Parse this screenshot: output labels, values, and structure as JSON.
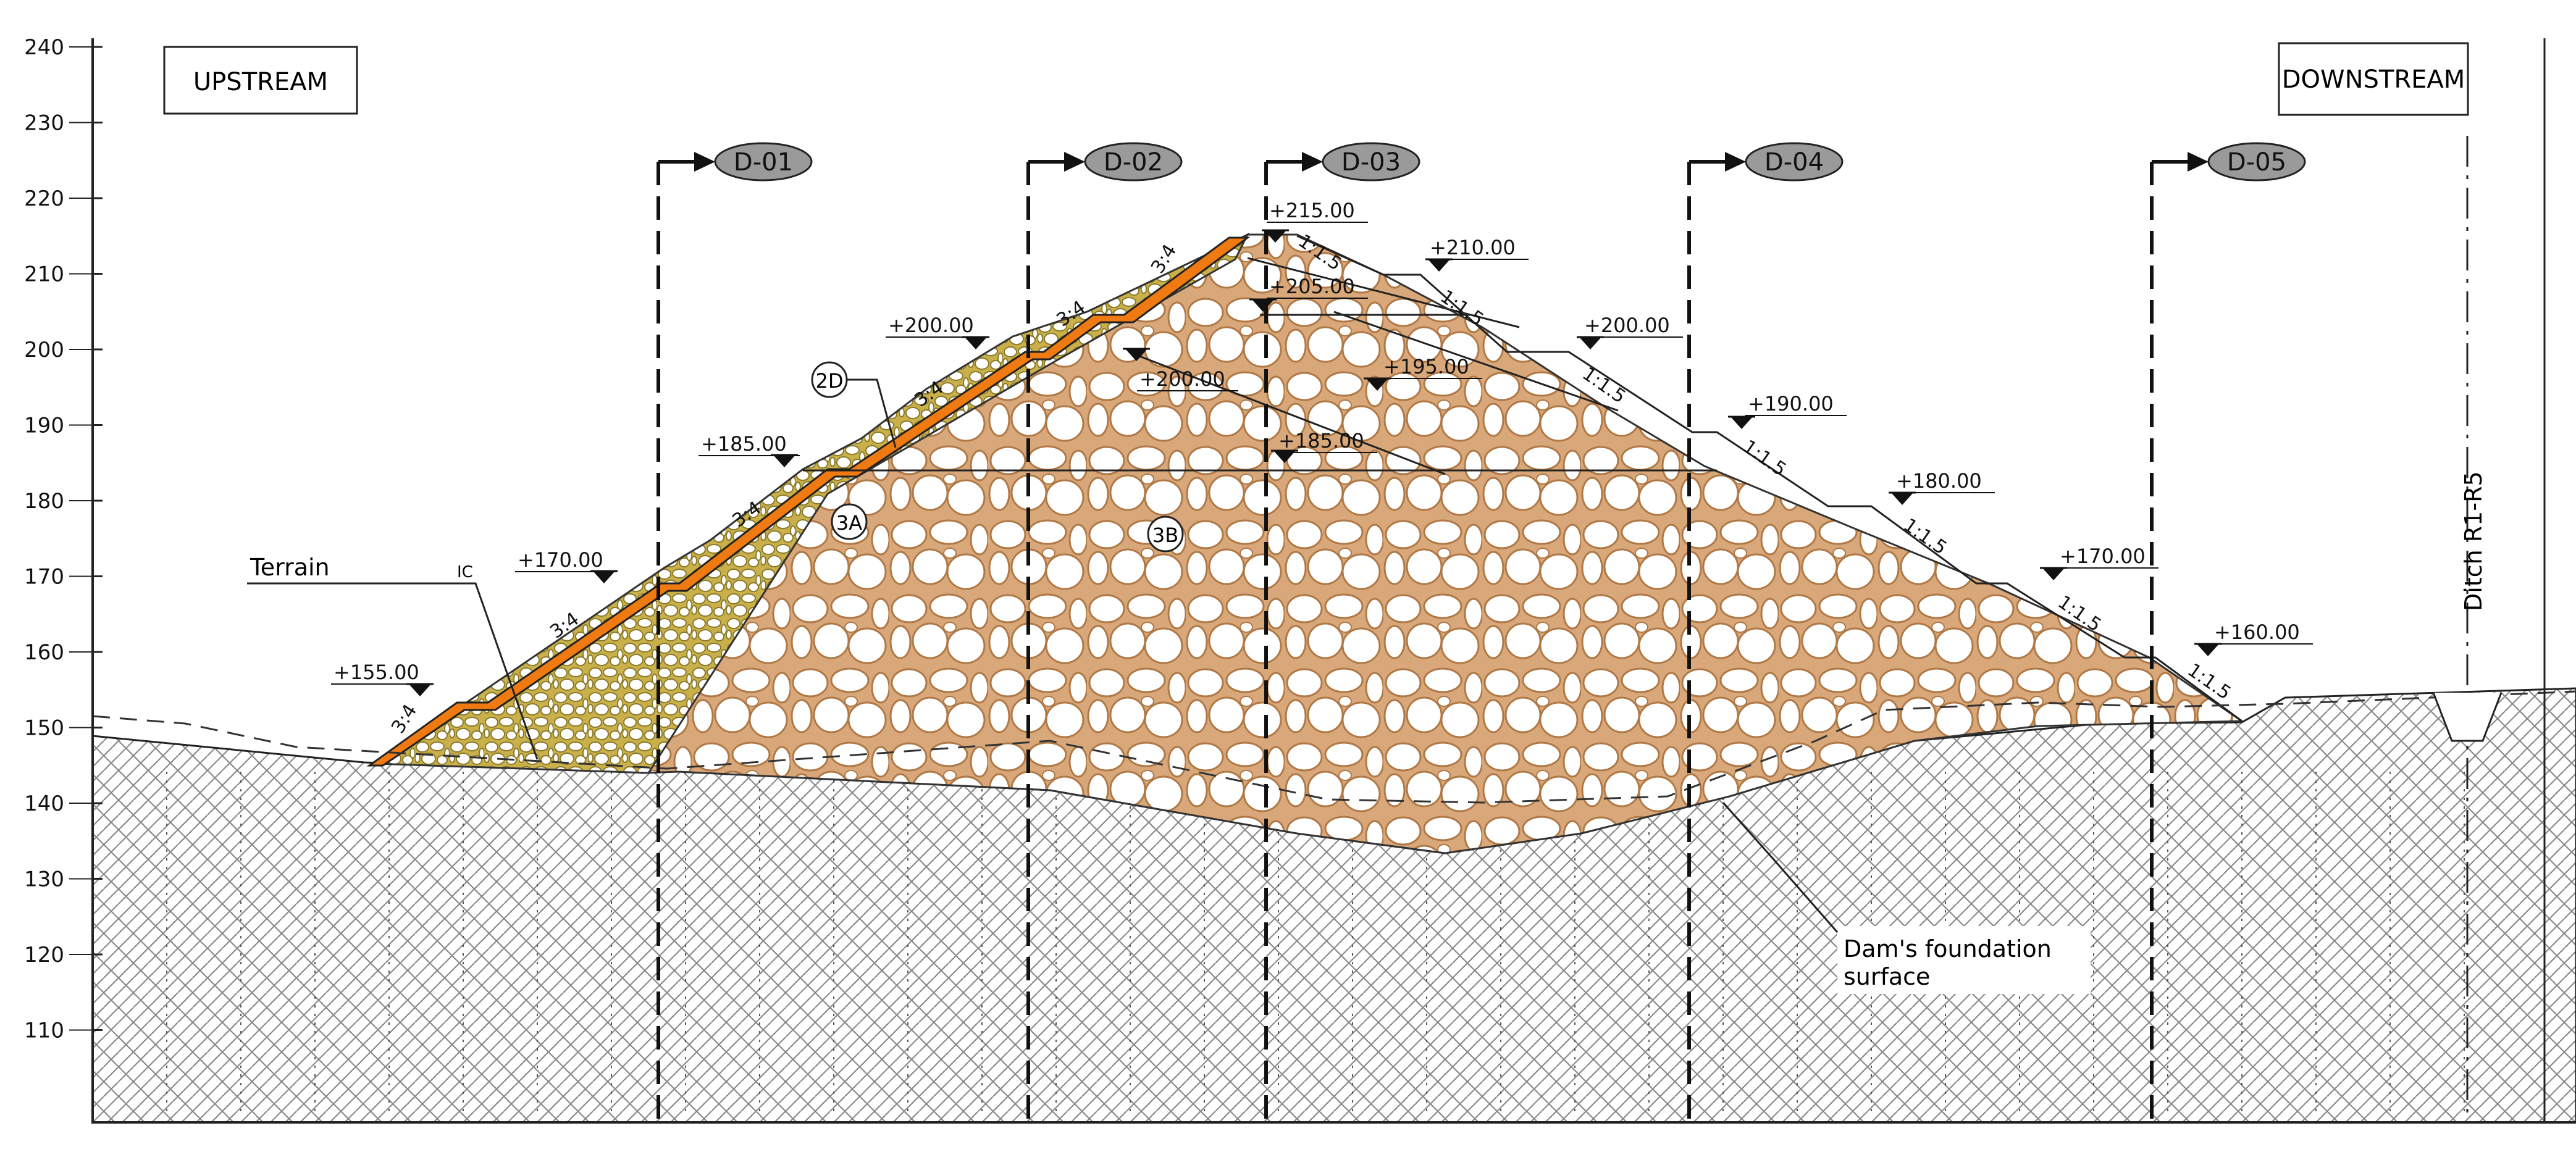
{
  "axis": {
    "y_ticks": [
      "240",
      "230",
      "220",
      "210",
      "200",
      "190",
      "180",
      "170",
      "160",
      "150",
      "140",
      "130",
      "120",
      "110"
    ]
  },
  "boxes": {
    "upstream": "UPSTREAM",
    "downstream": "DOWNSTREAM"
  },
  "sections": [
    "D-01",
    "D-02",
    "D-03",
    "D-04",
    "D-05"
  ],
  "elevations": {
    "e215": "+215.00",
    "e210": "+210.00",
    "e205": "+205.00",
    "e200_up": "+200.00",
    "e200_in": "+200.00",
    "e200_dn": "+200.00",
    "e195": "+195.00",
    "e190": "+190.00",
    "e185_up": "+185.00",
    "e185_in": "+185.00",
    "e180": "+180.00",
    "e170_up": "+170.00",
    "e170_dn": "+170.00",
    "e160": "+160.00",
    "e155": "+155.00"
  },
  "slopes": {
    "up": "3:4",
    "down": "1:1.5"
  },
  "zones": {
    "z2d": "2D",
    "z3a": "3A",
    "z3b": "3B"
  },
  "labels": {
    "terrain": "Terrain",
    "ic": "IC",
    "ditch": "Ditch R1-R5",
    "foundation_1": "Dam's foundation",
    "foundation_2": "surface"
  },
  "colors": {
    "facing": "#f07a12",
    "rock_stroke": "#b07845",
    "hatch": "#7a7a7a"
  }
}
